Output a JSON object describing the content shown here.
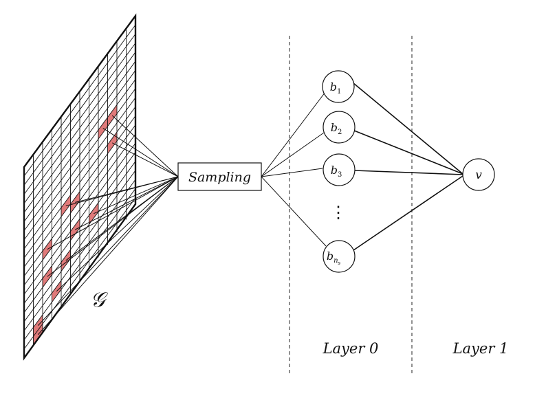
{
  "diagram": {
    "grid_symbol": "𝒢",
    "sampling_label": "Sampling",
    "layer0_label": "Layer 0",
    "layer1_label": "Layer 1",
    "nodes": {
      "b1": {
        "base": "b",
        "sub": "1"
      },
      "b2": {
        "base": "b",
        "sub": "2"
      },
      "b3": {
        "base": "b",
        "sub": "3"
      },
      "bns": {
        "base": "b",
        "sub": "n",
        "subsub": "s"
      },
      "v": {
        "label": "v"
      }
    },
    "ellipsis": "⋮",
    "colors": {
      "sample_cell": "#e07a7a",
      "line": "#111111",
      "background": "#ffffff"
    }
  }
}
